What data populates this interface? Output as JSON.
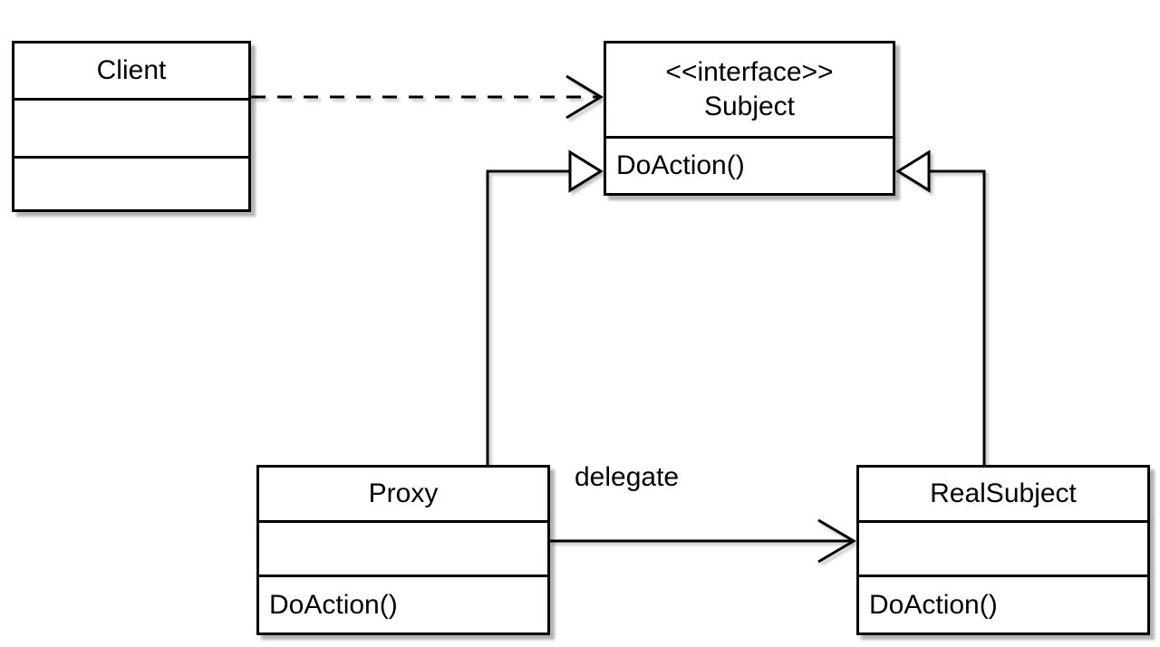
{
  "diagram_kind": "uml-class-diagram-proxy-pattern",
  "classes": {
    "client": {
      "name": "Client",
      "attributes": "",
      "methods": ""
    },
    "subject": {
      "stereotype": "<<interface>>",
      "name": "Subject",
      "method": "DoAction()"
    },
    "proxy": {
      "name": "Proxy",
      "attributes": "",
      "method": "DoAction()"
    },
    "realsubject": {
      "name": "RealSubject",
      "attributes": "",
      "method": "DoAction()"
    }
  },
  "labels": {
    "delegate": "delegate"
  },
  "colors": {
    "line": "#000000",
    "fill": "#ffffff",
    "text": "#000000",
    "background": "#ffffff"
  }
}
